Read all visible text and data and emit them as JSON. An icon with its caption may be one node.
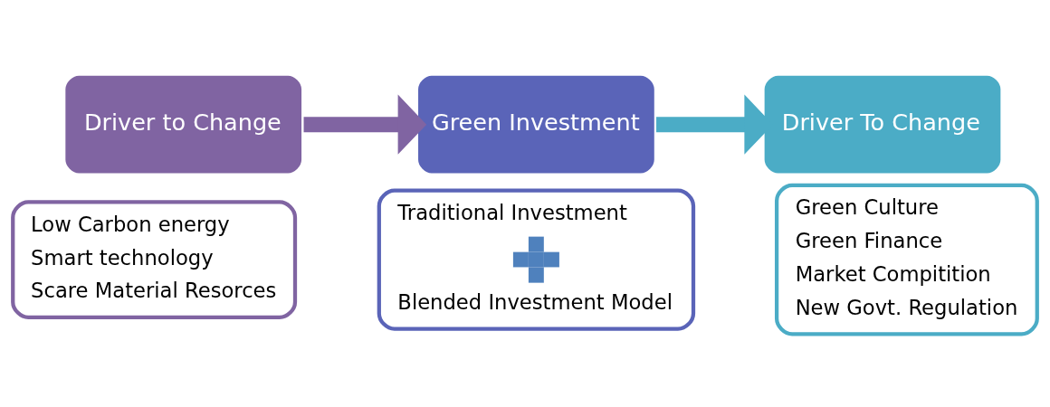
{
  "diagram": {
    "nodes": [
      {
        "text": [
          "Driver to Change"
        ]
      },
      {
        "text": [
          "Low Carbon energy",
          "Smart technology",
          "Scare Material Resorces"
        ]
      },
      {
        "text": [
          "Green Investment"
        ]
      },
      {
        "text": [
          "Traditional Investment",
          "Blended Investment Model"
        ]
      },
      {
        "text": [
          "Driver To Change"
        ]
      },
      {
        "text": [
          "Green Culture",
          "Green Finance",
          "Market Compitition",
          "New Govt. Regulation"
        ]
      }
    ],
    "edges": [
      {
        "from": 0,
        "to": 2,
        "arrow": "to",
        "color": "#8064a2"
      },
      {
        "from": 2,
        "to": 4,
        "arrow": "to",
        "color": "#4bacc6"
      }
    ]
  }
}
